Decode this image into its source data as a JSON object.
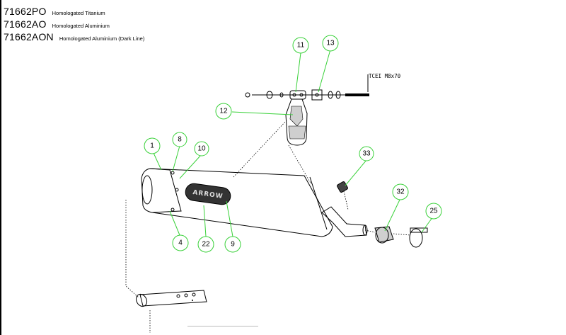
{
  "parts": [
    {
      "code": "71662PO",
      "description": "Homologated Titanium"
    },
    {
      "code": "71662AO",
      "description": "Homologated Aluminium"
    },
    {
      "code": "71662AON",
      "description": "Homologated Aluminium (Dark Line)"
    }
  ],
  "bolt_label": "TCEI M8x70",
  "logo_text": "ARROW",
  "callouts": [
    "11",
    "13",
    "12",
    "1",
    "8",
    "10",
    "33",
    "32",
    "25",
    "4",
    "22",
    "9"
  ],
  "colors": {
    "callout_green": "#39d139",
    "ink": "#000000",
    "background": "#ffffff"
  }
}
